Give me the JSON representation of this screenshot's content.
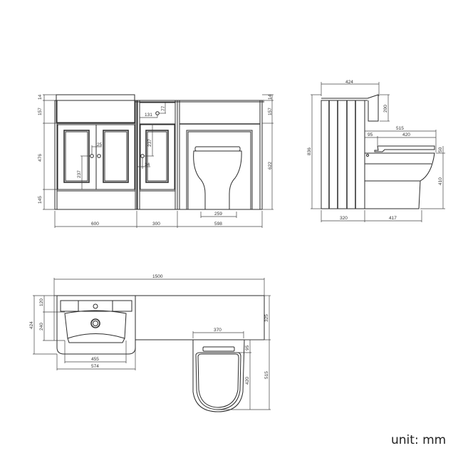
{
  "unit_label": "unit: mm",
  "front_view": {
    "dims": {
      "top_thickness": "14",
      "drawer_height": "157",
      "door_height": "476",
      "plinth_height": "145",
      "handle_offset_x": "25",
      "handle_height_left": "237",
      "drawer_handle_x": "131",
      "drawer_handle_y": "77",
      "small_door_handle_y": "237",
      "small_door_handle_x": "34",
      "right_top": "14",
      "right_drawer": "157",
      "right_height": "622",
      "pan_width": "259",
      "width_left": "600",
      "width_mid": "300",
      "width_right": "598"
    }
  },
  "side_view": {
    "dims": {
      "top_depth": "424",
      "basin_height": "200",
      "total_height": "836",
      "toilet_projection": "515",
      "seat_offset": "95",
      "seat_length": "420",
      "seat_thickness": "50",
      "pan_height": "410",
      "unit_depth": "320",
      "pan_depth": "417"
    }
  },
  "plan_view": {
    "dims": {
      "total_width": "1500",
      "basin_back": "120",
      "basin_bowl": "240",
      "basin_depth": "424",
      "bowl_width": "455",
      "basin_width": "574",
      "pan_width": "370",
      "unit_depth": "325",
      "seat_offset": "95",
      "seat_length": "420",
      "total_depth": "515"
    }
  }
}
